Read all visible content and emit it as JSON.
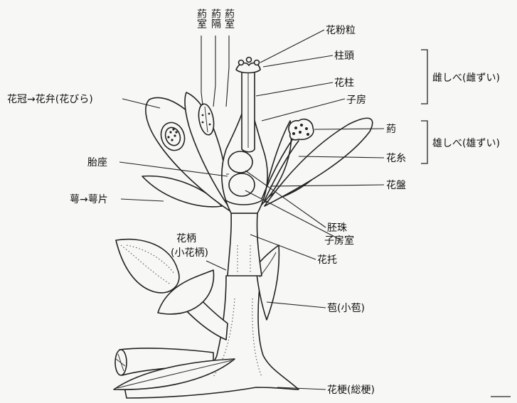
{
  "labels": {
    "anther_locule": "葯室",
    "anther_septum": "葯隔",
    "anther_locule_2": "葯室",
    "pollen": "花粉粒",
    "stigma": "柱頭",
    "style": "花柱",
    "ovary": "子房",
    "pistil": "雌しべ(雌ずい)",
    "corolla": "花冠→花弁(花びら)",
    "anther": "葯",
    "filament": "花糸",
    "stamen": "雄しべ(雄ずい)",
    "placenta": "胎座",
    "disk": "花盤",
    "calyx": "萼→萼片",
    "ovule": "胚珠",
    "locule": "子房室",
    "pedicel": "花柄",
    "pedicel_sub": "(小花柄)",
    "receptacle": "花托",
    "bract": "苞(小苞)",
    "peduncle": "花梗(総梗)"
  }
}
